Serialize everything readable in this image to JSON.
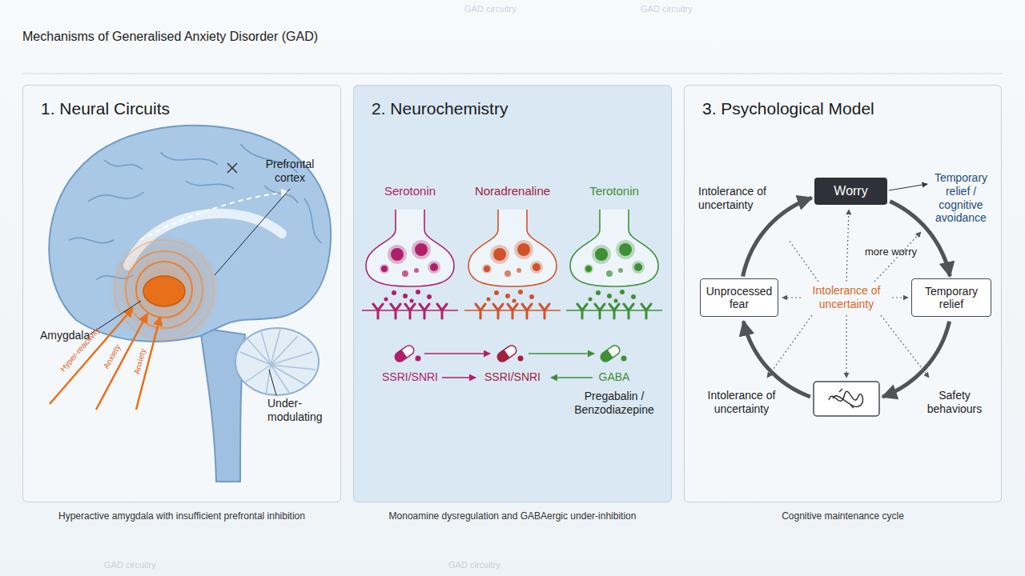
{
  "diagram": {
    "title": "Mechanisms of Generalised Anxiety Disorder (GAD)",
    "nodes": [
      {
        "text": [
          "1. Neural Circuits"
        ]
      },
      {
        "text": [
          "2. Neurochemistry"
        ]
      },
      {
        "text": [
          "3. Psychological Model"
        ]
      },
      {
        "text": [
          "Worry"
        ],
        "in": 2
      },
      {
        "text": [
          "Unprocessed fear"
        ],
        "in": 2
      },
      {
        "text": [
          "Temporary relief"
        ],
        "in": 2
      }
    ],
    "edges": [
      {
        "from": 3,
        "to": 5,
        "arrow": "to"
      },
      {
        "from": 4,
        "to": 3,
        "arrow": "to"
      }
    ],
    "labels": [
      "Prefrontal cortex",
      "Amygdala",
      "Hyper-reactivity",
      "Anxiety",
      "Anxiety",
      "Under-modulating",
      "Serotonin",
      "Noradrenaline",
      "Terotonin",
      "SSRI/SNRI",
      "SSRI/SNRI",
      "GABA",
      "Pregabalin / Benzodiazepine",
      "Intolerance of uncertainty",
      "Temporary relief / cognitive avoidance",
      "more worry",
      "Intolerance of uncertainty",
      "Intolerance of uncertainty",
      "Safety behaviours",
      "Hyperactive amygdala with insufficient prefrontal inhibition",
      "Monoamine dysregulation and GABAergic under-inhibition",
      "Cognitive maintenance cycle",
      "GAD circuitry",
      "GAD circuitry",
      "GAD circuitry",
      "GAD circuitry"
    ]
  }
}
